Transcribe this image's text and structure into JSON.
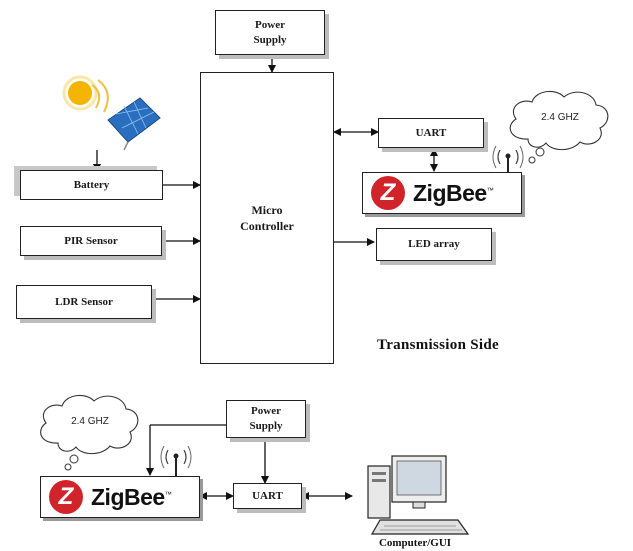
{
  "top": {
    "power_supply": "Power\nSupply",
    "microcontroller": "Micro\nController",
    "uart": "UART",
    "cloud": "2.4 GHZ",
    "zigbee_brand": "ZigBee",
    "led": "LED array",
    "battery": "Battery",
    "pir": "PIR Sensor",
    "ldr": "LDR Sensor",
    "section_title": "Transmission Side"
  },
  "bottom": {
    "cloud": "2.4 GHZ",
    "power_supply": "Power\nSupply",
    "uart": "UART",
    "zigbee_brand": "ZigBee",
    "computer": "Computer/GUI"
  },
  "icons": {
    "solar": "solar-panel-icon",
    "antenna": "antenna-icon",
    "computer": "computer-icon",
    "zigbee": "zigbee-logo-icon"
  }
}
